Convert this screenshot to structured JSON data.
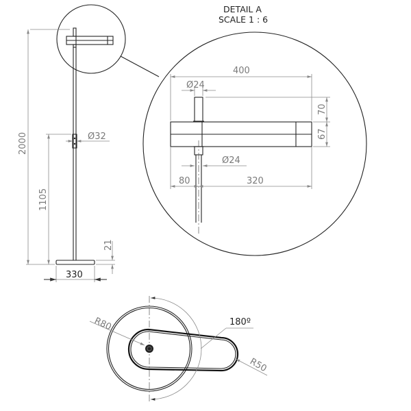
{
  "detail": {
    "title": "DETAIL A",
    "scale": "SCALE 1 : 6"
  },
  "side_view": {
    "total_height": "2000",
    "joint_height": "1105",
    "pole_diameter": "Ø32",
    "base_thickness": "21",
    "base_width": "330"
  },
  "detail_view": {
    "arm_length": "400",
    "top_stub_diameter": "Ø24",
    "bottom_stub_diameter": "Ø24",
    "stub_height": "70",
    "arm_height": "67",
    "left_offset": "80",
    "right_length": "320"
  },
  "plan_view": {
    "base_radius": "R80",
    "head_radius": "R50",
    "rotation_angle": "180º"
  },
  "colors": {
    "line": "#222222",
    "dimension": "#7a7a7a",
    "background": "#ffffff"
  }
}
